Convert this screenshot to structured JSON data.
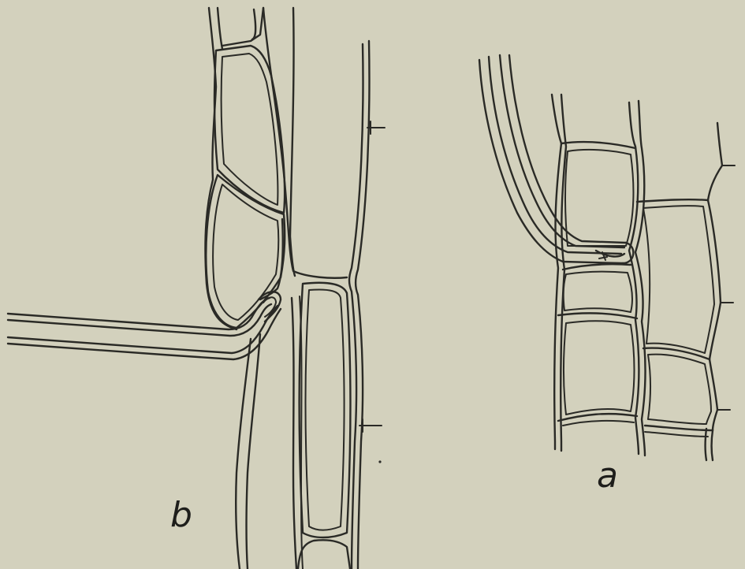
{
  "figure": {
    "panels": [
      {
        "id": "a",
        "label": "a"
      },
      {
        "id": "b",
        "label": "b"
      }
    ],
    "colors": {
      "background": "#d3d1bd",
      "line": "#2a2a26"
    }
  }
}
